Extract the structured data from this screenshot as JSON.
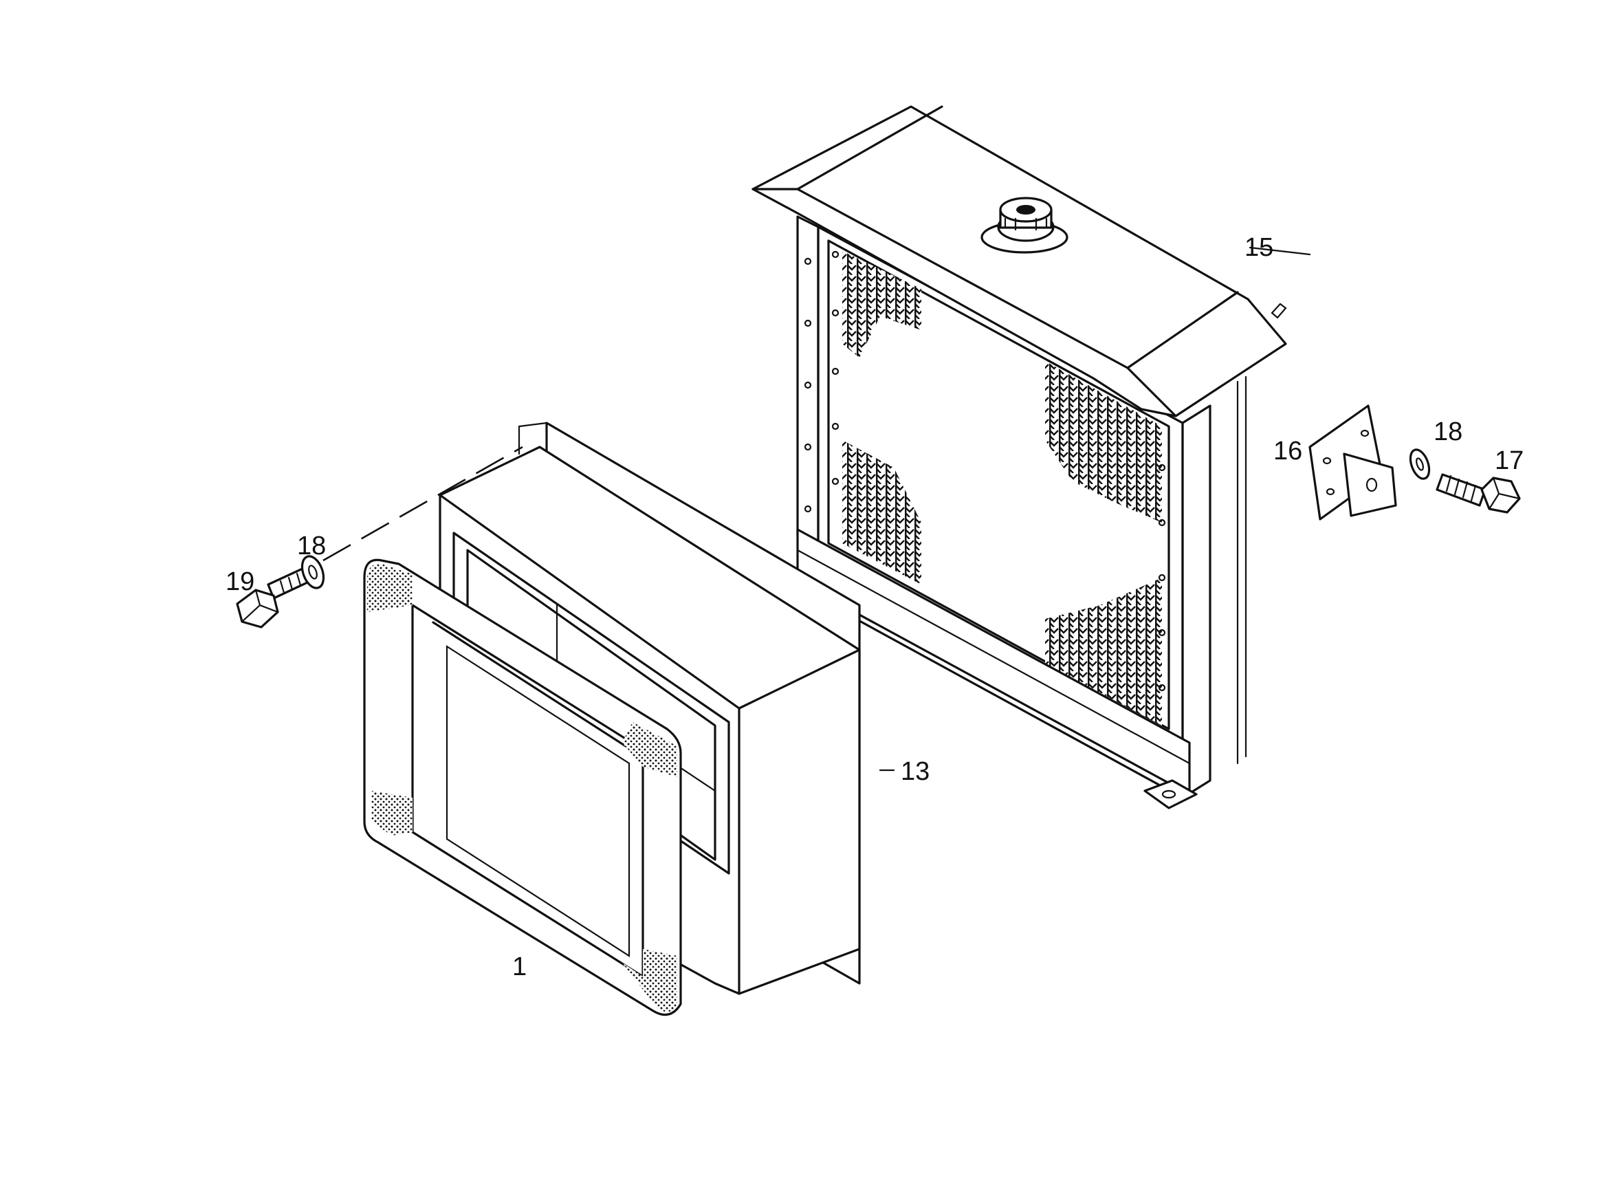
{
  "part_labels": {
    "frame_seal": "1",
    "shroud": "13",
    "radiator": "15",
    "bracket": "16",
    "bolt_right": "17",
    "washer_right": "18",
    "washer_left": "18",
    "bolt_left": "19"
  }
}
